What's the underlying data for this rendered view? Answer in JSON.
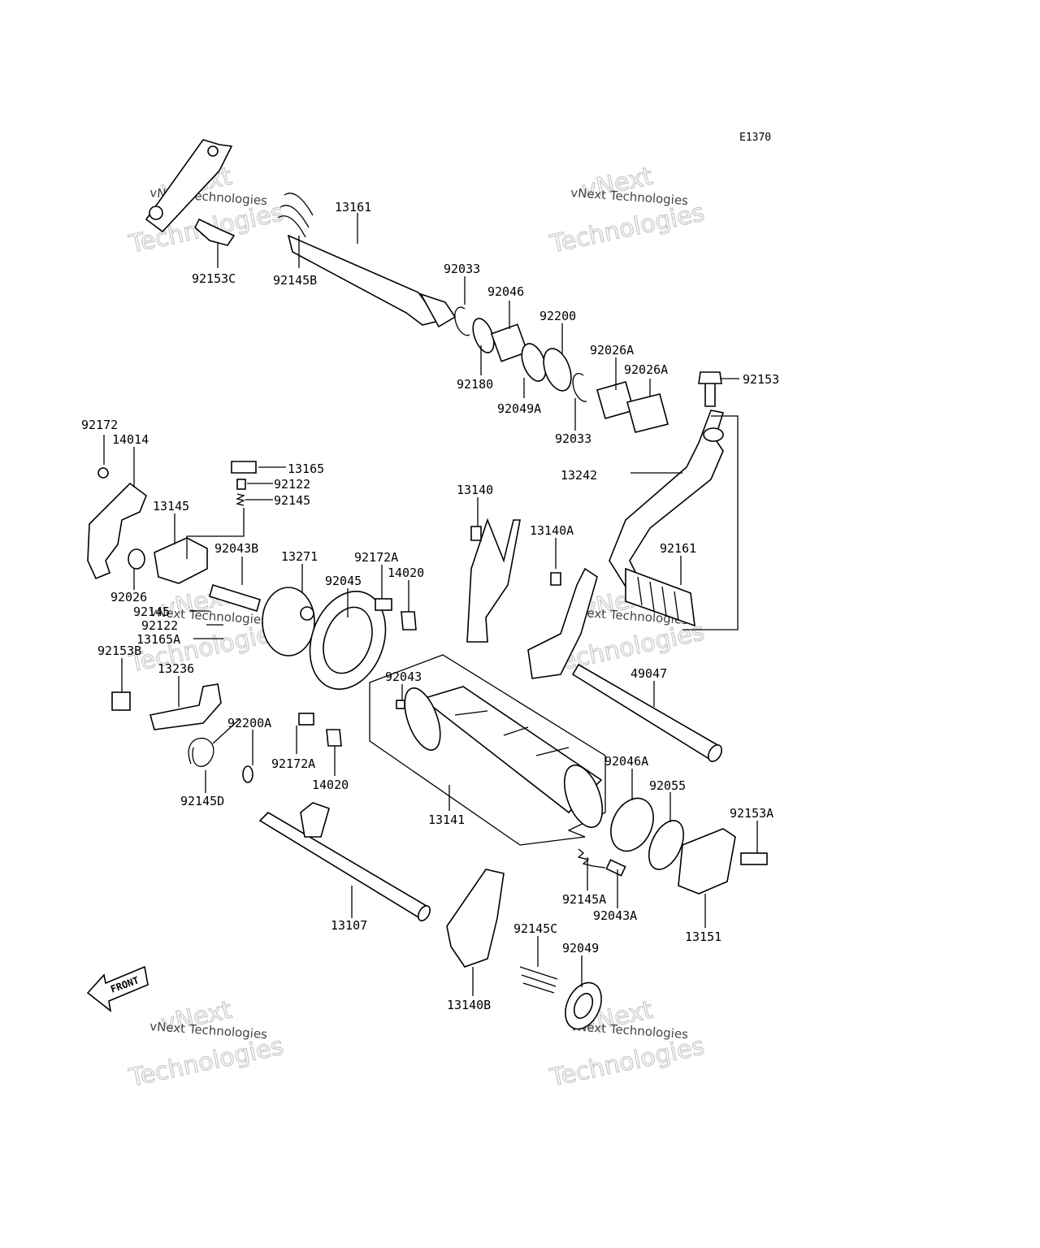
{
  "diagram_code": "E1370",
  "watermark": {
    "line1": "vNext Technologies",
    "line2": "vNext",
    "line3": "Technologies"
  },
  "front_label": "FRONT",
  "parts": [
    {
      "id": "13161",
      "label": "13161"
    },
    {
      "id": "92153C",
      "label": "92153C"
    },
    {
      "id": "92145B",
      "label": "92145B"
    },
    {
      "id": "92033",
      "label": "92033"
    },
    {
      "id": "92046",
      "label": "92046"
    },
    {
      "id": "92200",
      "label": "92200"
    },
    {
      "id": "92180",
      "label": "92180"
    },
    {
      "id": "92049A",
      "label": "92049A"
    },
    {
      "id": "92026A_1",
      "label": "92026A"
    },
    {
      "id": "92026A_2",
      "label": "92026A"
    },
    {
      "id": "92153",
      "label": "92153"
    },
    {
      "id": "92033_2",
      "label": "92033"
    },
    {
      "id": "13242",
      "label": "13242"
    },
    {
      "id": "92172",
      "label": "92172"
    },
    {
      "id": "14014",
      "label": "14014"
    },
    {
      "id": "13165",
      "label": "13165"
    },
    {
      "id": "92122",
      "label": "92122"
    },
    {
      "id": "92145",
      "label": "92145"
    },
    {
      "id": "13145",
      "label": "13145"
    },
    {
      "id": "13140",
      "label": "13140"
    },
    {
      "id": "13140A",
      "label": "13140A"
    },
    {
      "id": "92161",
      "label": "92161"
    },
    {
      "id": "92043B",
      "label": "92043B"
    },
    {
      "id": "13271",
      "label": "13271"
    },
    {
      "id": "92172A",
      "label": "92172A"
    },
    {
      "id": "14020",
      "label": "14020"
    },
    {
      "id": "92045",
      "label": "92045"
    },
    {
      "id": "92026",
      "label": "92026"
    },
    {
      "id": "92145x",
      "label": "92145"
    },
    {
      "id": "92122_2",
      "label": "92122"
    },
    {
      "id": "13165A",
      "label": "13165A"
    },
    {
      "id": "92153B",
      "label": "92153B"
    },
    {
      "id": "13236",
      "label": "13236"
    },
    {
      "id": "92043",
      "label": "92043"
    },
    {
      "id": "49047",
      "label": "49047"
    },
    {
      "id": "92200A",
      "label": "92200A"
    },
    {
      "id": "92172A_2",
      "label": "92172A"
    },
    {
      "id": "14020_2",
      "label": "14020"
    },
    {
      "id": "92145D",
      "label": "92145D"
    },
    {
      "id": "92046A",
      "label": "92046A"
    },
    {
      "id": "92055",
      "label": "92055"
    },
    {
      "id": "92153A",
      "label": "92153A"
    },
    {
      "id": "13141",
      "label": "13141"
    },
    {
      "id": "92145A",
      "label": "92145A"
    },
    {
      "id": "92043A",
      "label": "92043A"
    },
    {
      "id": "13151",
      "label": "13151"
    },
    {
      "id": "13107",
      "label": "13107"
    },
    {
      "id": "92145C",
      "label": "92145C"
    },
    {
      "id": "92049",
      "label": "92049"
    },
    {
      "id": "13140B",
      "label": "13140B"
    }
  ]
}
